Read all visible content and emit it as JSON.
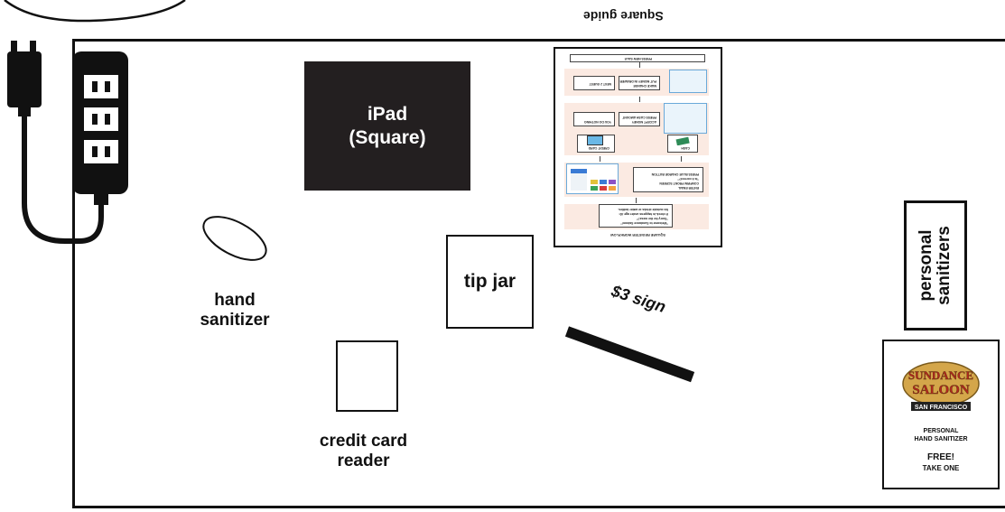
{
  "guide_title": "Square guide",
  "ipad": {
    "line1": "iPad",
    "line2": "(Square)"
  },
  "hand_sanitizer": {
    "line1": "hand",
    "line2": "sanitizer"
  },
  "tip_jar": "tip jar",
  "sign": "$3 sign",
  "credit_card_reader": {
    "line1": "credit card",
    "line2": "reader"
  },
  "personal_sanitizers": {
    "line1": "personal",
    "line2": "sanitizers"
  },
  "sticker": {
    "logo_line1": "SUNDANCE",
    "logo_line2": "SALOON",
    "logo_line3": "SAN FRANCISCO",
    "caption_line1": "PERSONAL",
    "caption_line2": "HAND SANITIZER",
    "free_line1": "FREE!",
    "free_line2": "TAKE ONE"
  },
  "guide_sheet": {
    "title": "SQUARE REGISTER WORKFLOW",
    "intro_line1": "\"Welcome to Sundance Saloon!\"",
    "intro_line2": "\"Sorry for the mess?\"",
    "intro_line3": "If check-in happens under age 40:",
    "intro_line4": "No outside drinks or water bottles.",
    "step1_line1": "ENTER EMAIL",
    "step1_line2": "CONFIRM FRONT SCREEN",
    "step1_line3": "\"Is it correct?\"",
    "step1_line4": "PRESS BLUE CHARGE BUTTON",
    "cash": "CASH",
    "credit_card": "CREDIT CARD",
    "accept_money": "ACCEPT MONEY",
    "press_cash_amount": "PRESS CASH AMOUNT",
    "you_do_nothing": "YOU DO NOTHING",
    "make_change": "MAKE CHANGE",
    "put_money": "PUT MONEY IN DRAWER",
    "next_guest": "NEXT 2 GUEST",
    "press_new_sale": "PRESS NEW SALE"
  },
  "colors": {
    "ipad": "#231f20",
    "guide_row_bg": "#fbeae2",
    "logo_gold": "#d4a64a",
    "logo_red": "#b3261e"
  }
}
